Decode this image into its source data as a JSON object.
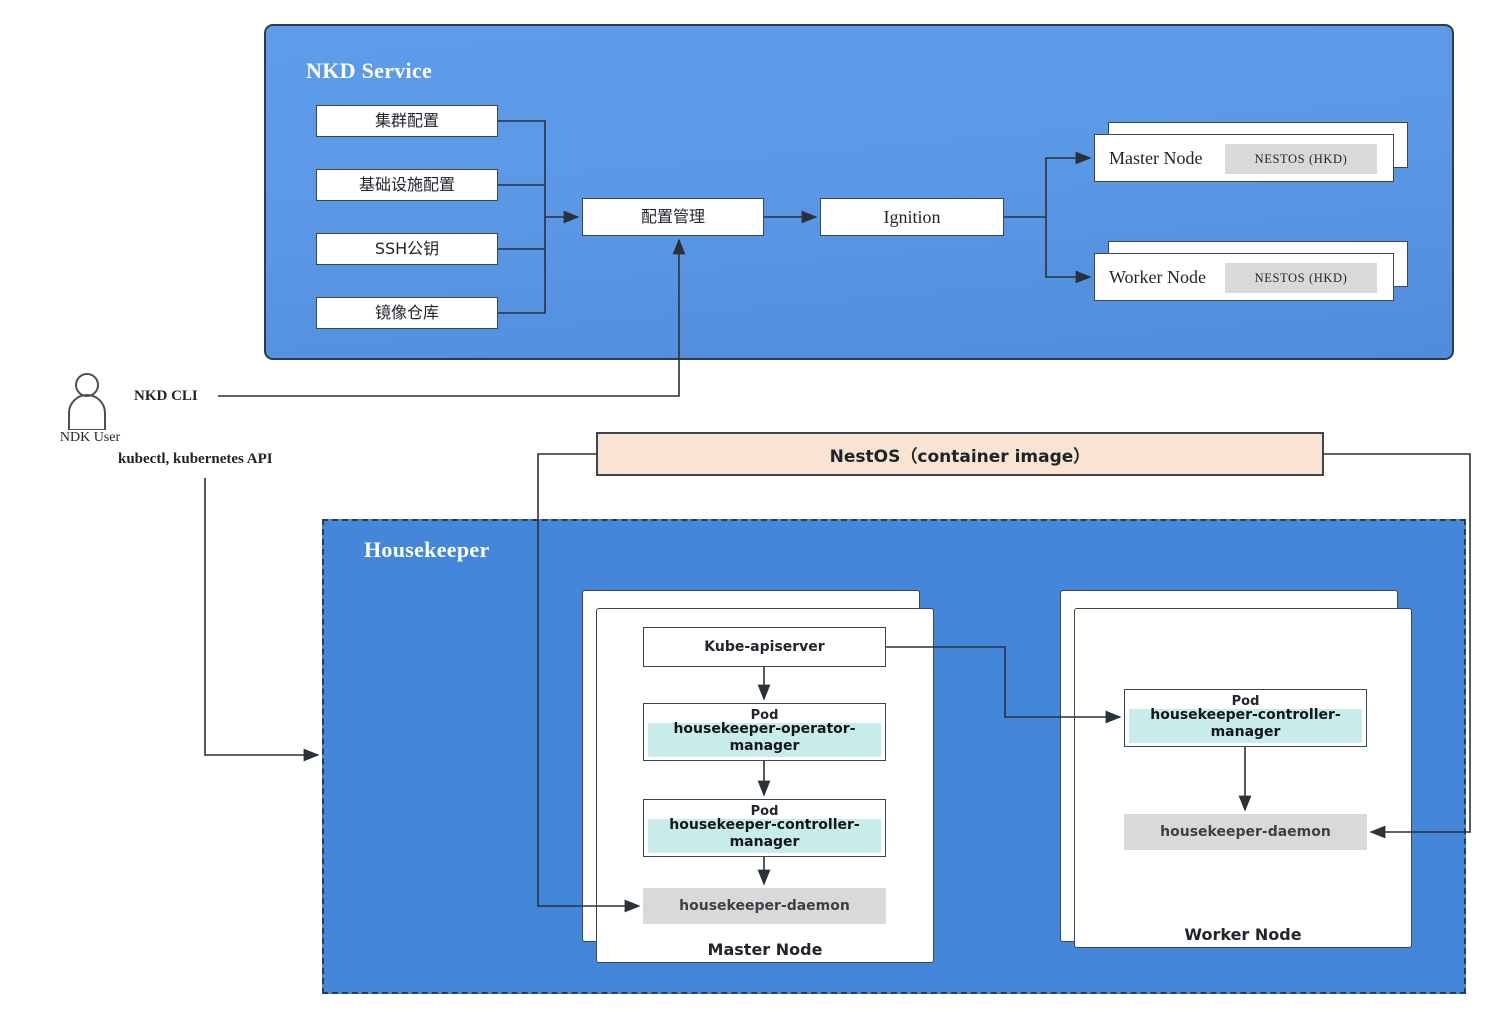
{
  "diagram": {
    "nkd_service": {
      "title": "NKD Service",
      "config_boxes": [
        {
          "label": "集群配置"
        },
        {
          "label": "基础设施配置"
        },
        {
          "label": "SSH公钥"
        },
        {
          "label": "镜像仓库"
        }
      ],
      "config_manager": "配置管理",
      "ignition": "Ignition",
      "nodes": [
        {
          "name": "Master Node",
          "chip": "NESTOS (HKD)"
        },
        {
          "name": "Worker Node",
          "chip": "NESTOS (HKD)"
        }
      ]
    },
    "actor": {
      "icon": "user-icon",
      "label": "NDK User",
      "connections": [
        {
          "label": "NKD CLI"
        },
        {
          "label": "kubectl, kubernetes API"
        }
      ]
    },
    "nestos_banner": {
      "label": "NestOS（container image）"
    },
    "housekeeper": {
      "title": "Housekeeper",
      "master_node": {
        "name": "Master Node",
        "apiserver": "Kube-apiserver",
        "pods": [
          {
            "tag": "Pod",
            "name": "housekeeper-operator-manager"
          },
          {
            "tag": "Pod",
            "name": "housekeeper-controller-manager"
          }
        ],
        "daemon": "housekeeper-daemon"
      },
      "worker_node": {
        "name": "Worker Node",
        "pods": [
          {
            "tag": "Pod",
            "name": "housekeeper-controller-manager"
          }
        ],
        "daemon": "housekeeper-daemon"
      }
    },
    "colors": {
      "panel_blue": "#5b99e6",
      "housekeeper_blue": "#4486da",
      "nestos_peach": "#f9e4d2",
      "pod_highlight": "#c8ecea",
      "daemon_gray": "#d9d9d9",
      "line": "#3d4650"
    }
  }
}
